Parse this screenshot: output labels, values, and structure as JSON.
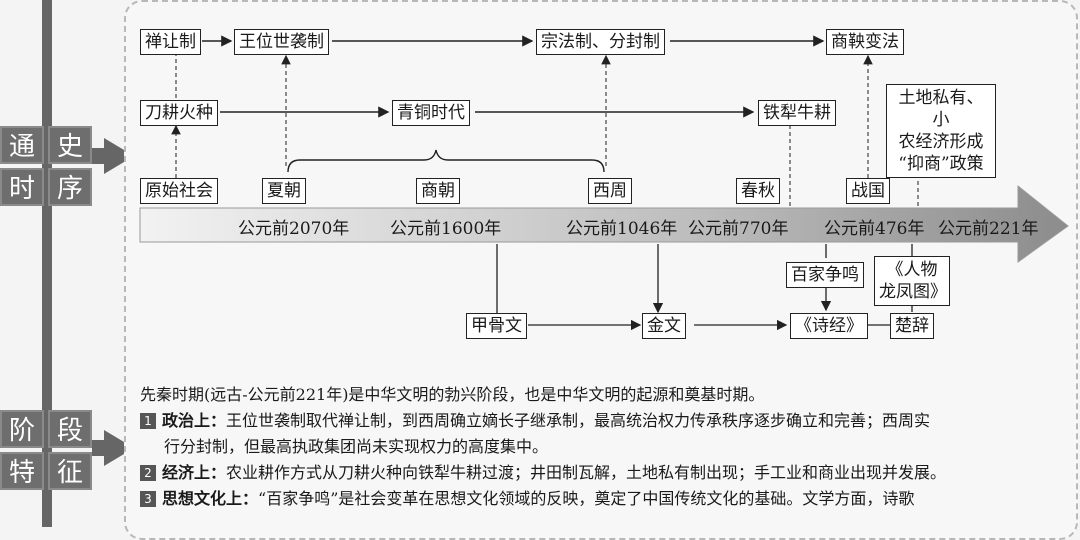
{
  "side_labels": {
    "timeline": [
      "通",
      "史",
      "时",
      "序"
    ],
    "features": [
      "阶",
      "段",
      "特",
      "征"
    ]
  },
  "top_systems": {
    "shanrang": "禅让制",
    "shixi": "王位世袭制",
    "zongfa": "宗法制、分封制",
    "shangyang": "商鞅变法"
  },
  "tools": {
    "daogeng": "刀耕火种",
    "qingtong": "青铜时代",
    "tieli": "铁犁牛耕"
  },
  "land_box": [
    "土地私有、小",
    "农经济形成",
    "“抑商”政策"
  ],
  "dynasties": {
    "yuanshi": "原始社会",
    "xia": "夏朝",
    "shang": "商朝",
    "xizhou": "西周",
    "chunqiu": "春秋",
    "zhanguo": "战国"
  },
  "years": [
    "公元前2070年",
    "公元前1600年",
    "公元前1046年",
    "公元前770年",
    "公元前476年",
    "公元前221年"
  ],
  "culture": {
    "baijia": "百家争鸣",
    "renwu": [
      "《人物",
      "龙凤图》"
    ],
    "jiagu": "甲骨文",
    "jinwen": "金文",
    "shijing": "《诗经》",
    "chuci": "楚辞"
  },
  "summary": {
    "intro": "先秦时期(远古-公元前221年)是中华文明的勃兴阶段，也是中华文明的起源和奠基时期。",
    "items": [
      {
        "num": "1",
        "head": "政治上：",
        "line1": "王位世袭制取代禅让制，到西周确立嫡长子继承制，最高统治权力传承秩序逐步确立和完善；西周实",
        "line2": "行分封制，但最高执政集团尚未实现权力的高度集中。"
      },
      {
        "num": "2",
        "head": "经济上：",
        "line1": "农业耕作方式从刀耕火种向铁犁牛耕过渡；井田制瓦解，土地私有制出现；手工业和商业出现并发展。"
      },
      {
        "num": "3",
        "head": "思想文化上：",
        "line1": "“百家争鸣”是社会变革在思想文化领域的反映，奠定了中国传统文化的基础。文学方面，诗歌"
      }
    ]
  }
}
